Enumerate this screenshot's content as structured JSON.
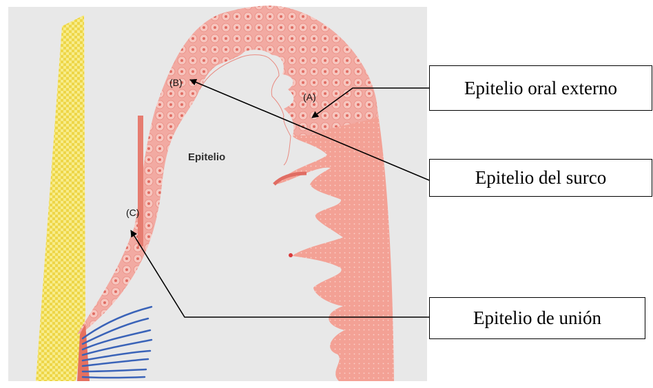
{
  "diagram": {
    "center_label": "Epitelio",
    "regions": [
      {
        "letter": "(A)",
        "name": "Epitelio oral externo"
      },
      {
        "letter": "(B)",
        "name": "Epitelio del surco"
      },
      {
        "letter": "(C)",
        "name": "Epitelio de unión"
      }
    ]
  },
  "colors": {
    "background": "#e8e8e8",
    "epithelium": "#f2a8a0",
    "connective_tissue": "#f4a49a",
    "tooth": "#f5e36a",
    "fibers": "#3a63b8",
    "arrows": "#000000"
  }
}
